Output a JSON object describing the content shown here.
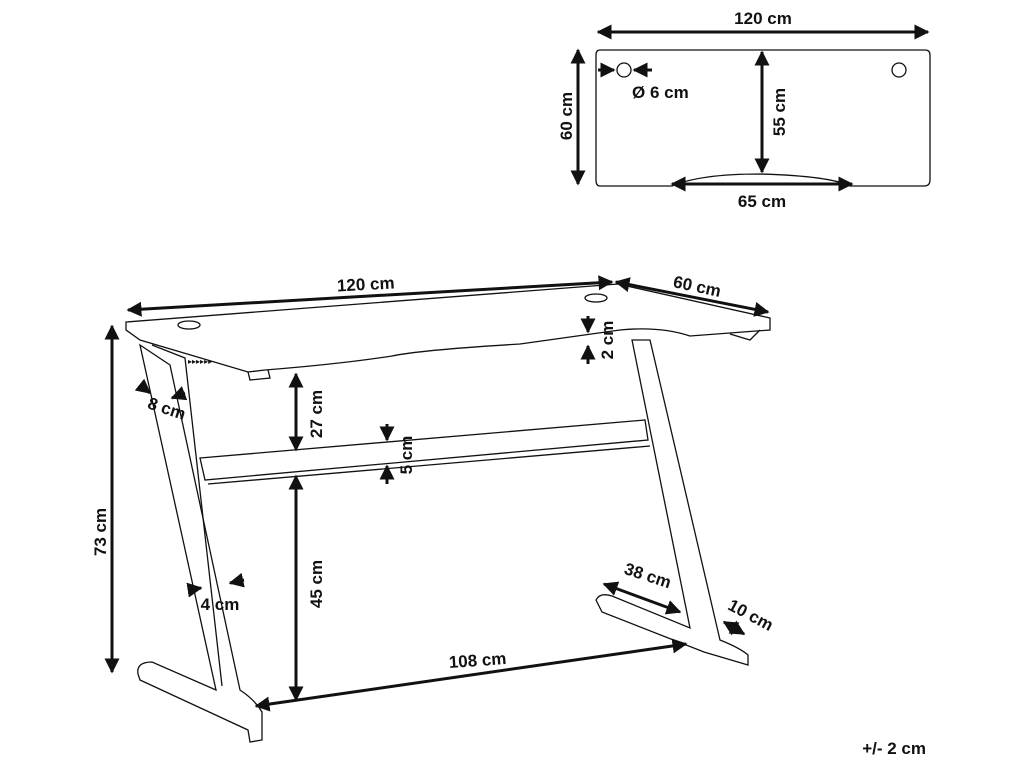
{
  "top_view": {
    "width": "120 cm",
    "depth": "60 cm",
    "hole_diameter": "Ø 6 cm",
    "inner_depth": "55 cm",
    "cutout_width": "65 cm"
  },
  "main_view": {
    "width": "120 cm",
    "depth": "60 cm",
    "top_thickness": "2 cm",
    "leg_width_top": "8 cm",
    "top_to_bar": "27 cm",
    "bar_height": "5 cm",
    "total_height": "73 cm",
    "bar_to_floor": "45 cm",
    "leg_width": "4 cm",
    "foot_length": "38 cm",
    "foot_width": "10 cm",
    "leg_span": "108 cm"
  },
  "tolerance": "+/- 2 cm",
  "colors": {
    "ink": "#111111",
    "background": "#ffffff"
  }
}
